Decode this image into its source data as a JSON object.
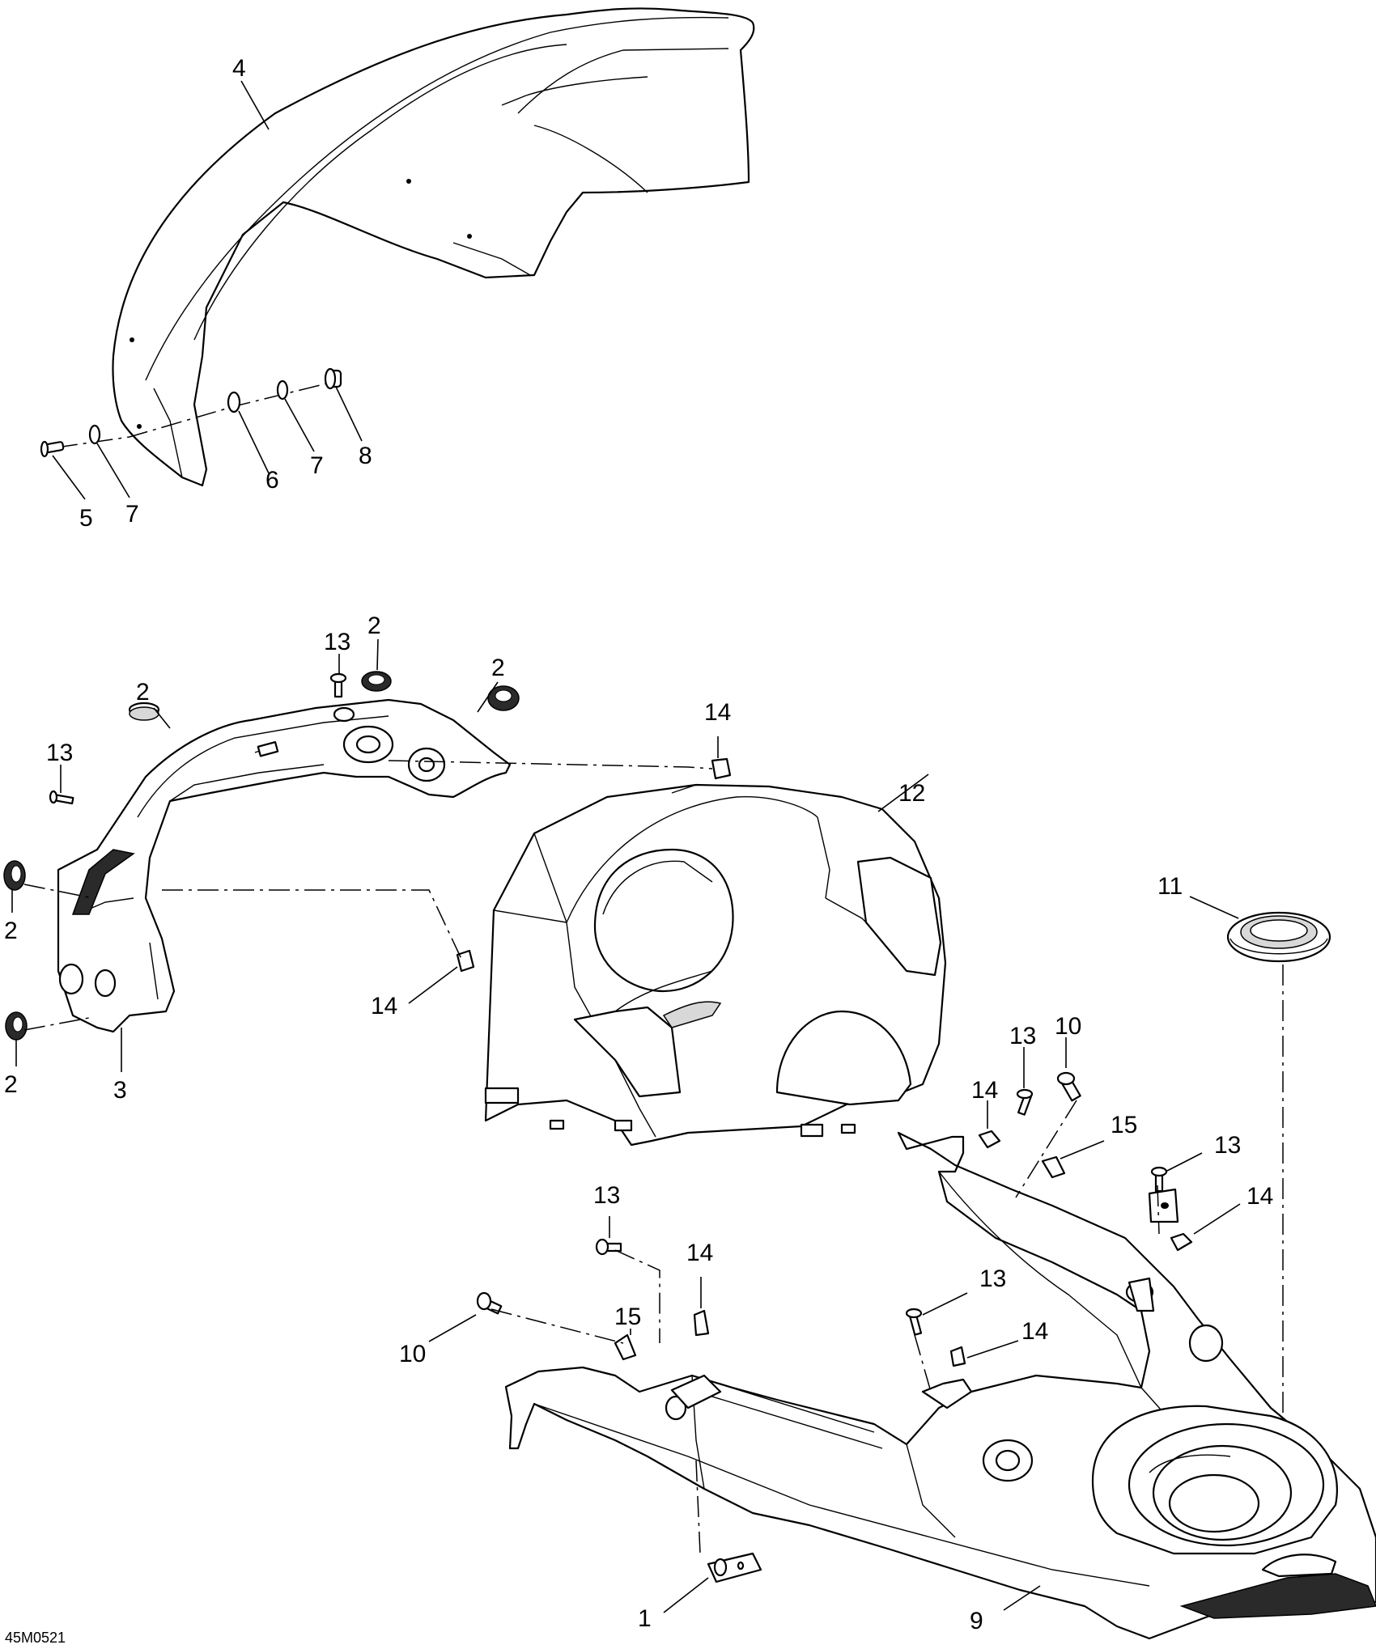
{
  "drawing_ref": "45M0521",
  "callouts": [
    {
      "id": "c1",
      "text": "1"
    },
    {
      "id": "c2a",
      "text": "2"
    },
    {
      "id": "c2b",
      "text": "2"
    },
    {
      "id": "c2c",
      "text": "2"
    },
    {
      "id": "c2d",
      "text": "2"
    },
    {
      "id": "c2e",
      "text": "2"
    },
    {
      "id": "c3",
      "text": "3"
    },
    {
      "id": "c4",
      "text": "4"
    },
    {
      "id": "c5",
      "text": "5"
    },
    {
      "id": "c6",
      "text": "6"
    },
    {
      "id": "c7a",
      "text": "7"
    },
    {
      "id": "c7b",
      "text": "7"
    },
    {
      "id": "c8",
      "text": "8"
    },
    {
      "id": "c9",
      "text": "9"
    },
    {
      "id": "c10a",
      "text": "10"
    },
    {
      "id": "c10b",
      "text": "10"
    },
    {
      "id": "c11",
      "text": "11"
    },
    {
      "id": "c12",
      "text": "12"
    },
    {
      "id": "c13a",
      "text": "13"
    },
    {
      "id": "c13b",
      "text": "13"
    },
    {
      "id": "c13c",
      "text": "13"
    },
    {
      "id": "c13d",
      "text": "13"
    },
    {
      "id": "c13e",
      "text": "13"
    },
    {
      "id": "c13f",
      "text": "13"
    },
    {
      "id": "c14a",
      "text": "14"
    },
    {
      "id": "c14b",
      "text": "14"
    },
    {
      "id": "c14c",
      "text": "14"
    },
    {
      "id": "c14d",
      "text": "14"
    },
    {
      "id": "c14e",
      "text": "14"
    },
    {
      "id": "c14f",
      "text": "14"
    },
    {
      "id": "c15a",
      "text": "15"
    },
    {
      "id": "c15b",
      "text": "15"
    }
  ]
}
